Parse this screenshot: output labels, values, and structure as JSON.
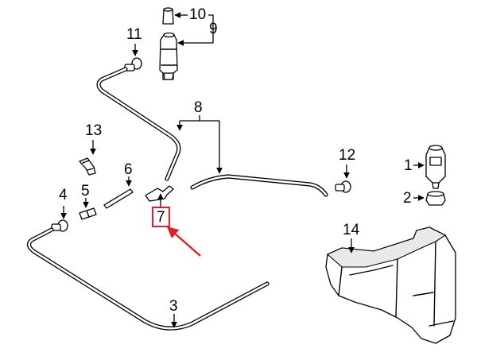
{
  "callouts": {
    "p1": "1",
    "p2": "2",
    "p3": "3",
    "p4": "4",
    "p5": "5",
    "p6": "6",
    "p7": "7",
    "p8": "8",
    "p9": "9",
    "p10": "10",
    "p11": "11",
    "p12": "12",
    "p13": "13",
    "p14": "14"
  },
  "highlight": {
    "callout": "7",
    "color": "#e21f26"
  },
  "colors": {
    "line": "#000000",
    "background": "#ffffff",
    "highlight": "#e21f26"
  }
}
